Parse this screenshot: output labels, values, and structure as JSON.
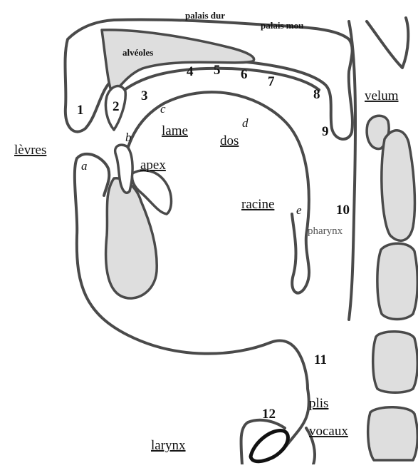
{
  "labels": {
    "palais_dur": "palais dur",
    "palais_mou": "palais mou",
    "alveoles": "alvéoles",
    "velum": "velum",
    "levres": "lèvres",
    "lame": "lame",
    "dos": "dos",
    "apex": "apex",
    "racine": "racine",
    "pharynx": "pharynx",
    "plis_vocaux_1": "plis",
    "plis_vocaux_2": "vocaux",
    "larynx": "larynx"
  },
  "numbers": [
    "1",
    "2",
    "3",
    "4",
    "5",
    "6",
    "7",
    "8",
    "9",
    "10",
    "11",
    "12"
  ],
  "letters": [
    "a",
    "b",
    "c",
    "d",
    "e"
  ],
  "colors": {
    "outline": "#4a4a4a",
    "fill": "#dedede",
    "background": "#ffffff"
  }
}
